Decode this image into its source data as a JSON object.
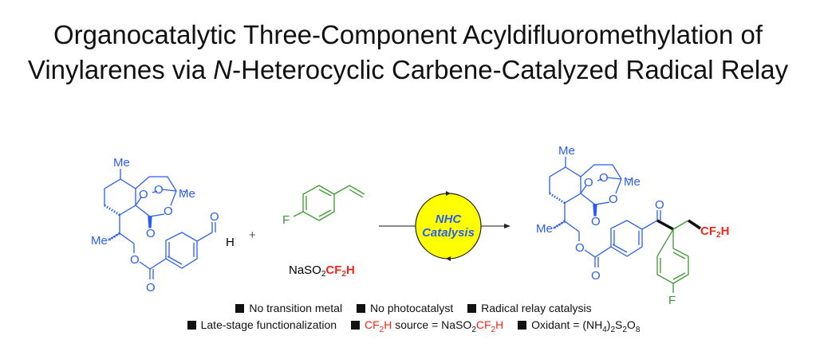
{
  "title": {
    "line1": "Organocatalytic Three-Component Acyldifluoromethylation of",
    "line2_pre": "Vinylarenes via ",
    "line2_italic": "N",
    "line2_post": "-Heterocyclic Carbene-Catalyzed Radical Relay"
  },
  "scheme": {
    "me": "Me",
    "o": "O",
    "h": "H",
    "f": "F",
    "plus": "+",
    "reagent_black": "NaSO",
    "reagent_sub": "2",
    "reagent_red": "CF",
    "reagent_red_sub": "2",
    "reagent_red_end": "H",
    "catalysis_line1": "NHC",
    "catalysis_line2": "Catalysis",
    "product_cf2h": "CF",
    "product_cf2h_sub": "2",
    "product_cf2h_end": "H"
  },
  "features": {
    "item1": "No transition metal",
    "item2": "No photocatalyst",
    "item3": "Radical relay catalysis",
    "item4": "Late-stage functionalization",
    "item5_red": "CF",
    "item5_red_sub": "2",
    "item5_red_end": "H",
    "item5_mid": " source = NaSO",
    "item5_sub": "2",
    "item5_red2": "CF",
    "item5_red2_sub": "2",
    "item5_red2_end": "H",
    "item6_pre": "Oxidant = (NH",
    "item6_sub1": "4",
    "item6_mid1": ")",
    "item6_sub2": "2",
    "item6_s": "S",
    "item6_sub3": "2",
    "item6_o": "O",
    "item6_sub4": "8"
  },
  "colors": {
    "substrate": "#2a5df5",
    "styrene": "#3a9a2e",
    "cf2h": "#f2261b",
    "catalyst_fill": "#ffff00"
  }
}
